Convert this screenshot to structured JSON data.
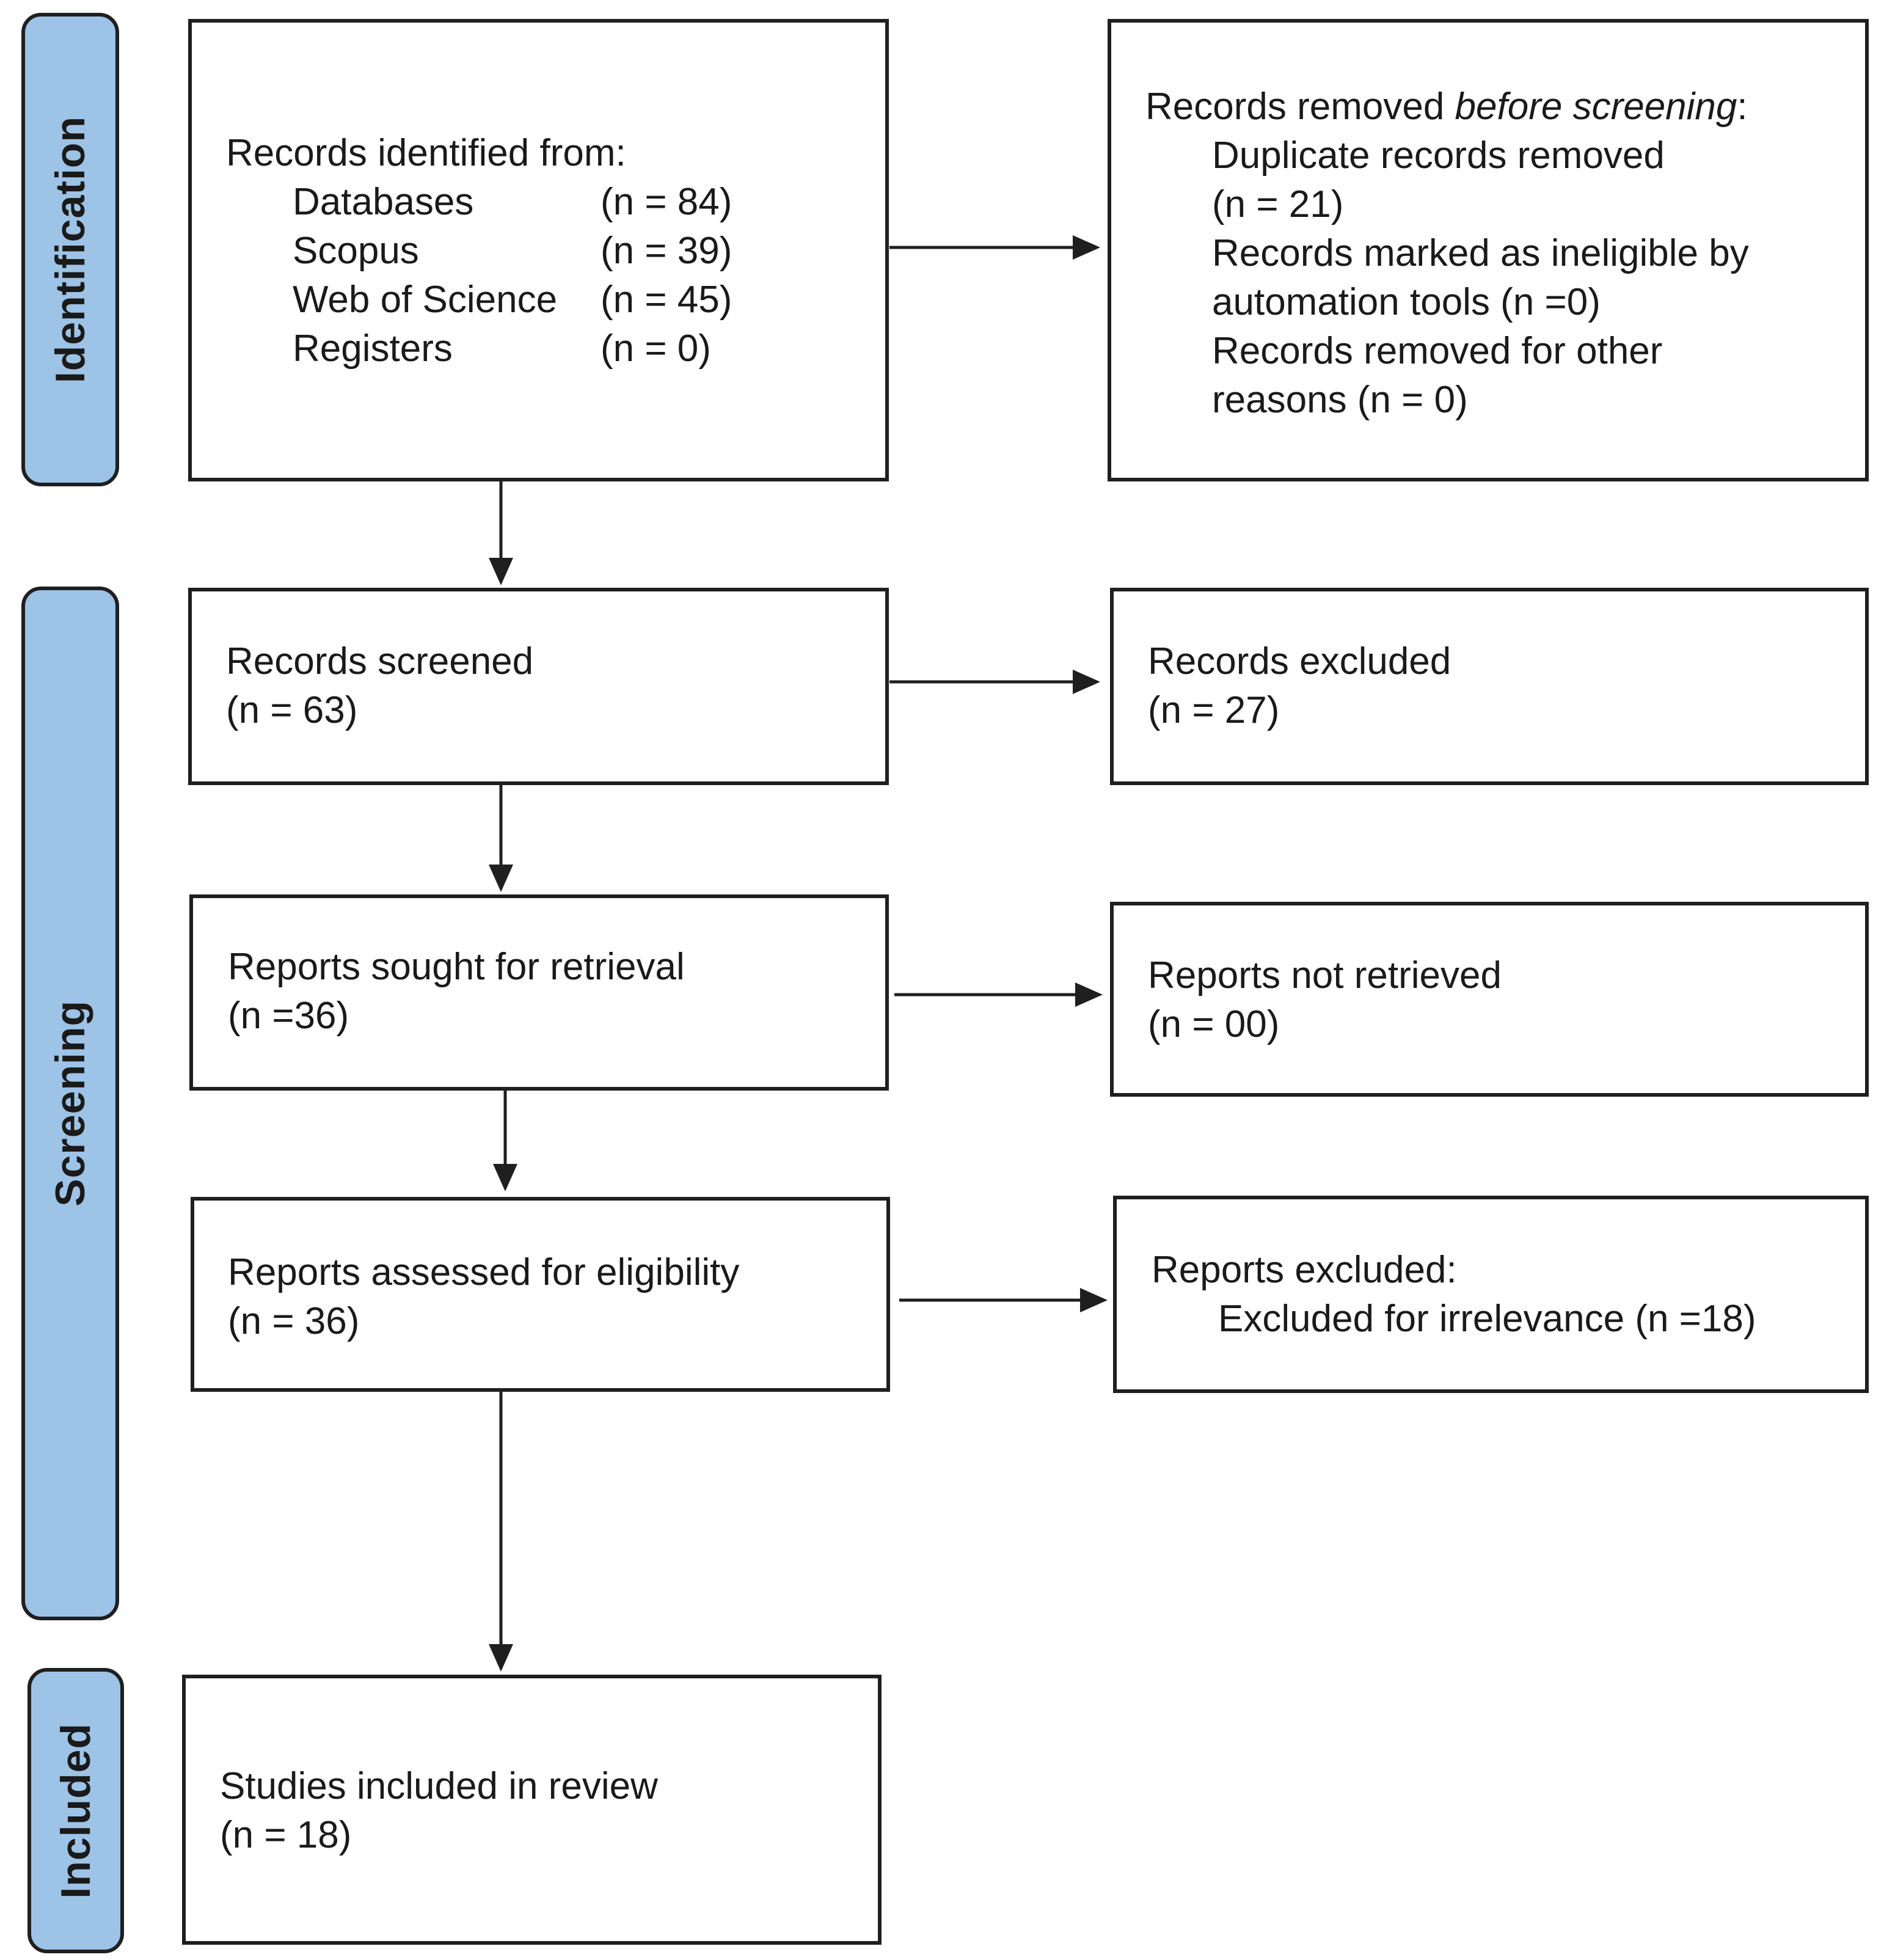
{
  "phases": {
    "identification": "Identification",
    "screening": "Screening",
    "included": "Included"
  },
  "phase_color": "#9dc3e6",
  "identified": {
    "heading": "Records identified from:",
    "rows": [
      {
        "label": "Databases",
        "count": "(n = 84)"
      },
      {
        "label": "Scopus",
        "count": "(n = 39)"
      },
      {
        "label": "Web of Science",
        "count": "(n = 45)"
      },
      {
        "label": "Registers",
        "count": "(n = 0)"
      }
    ]
  },
  "removed": {
    "heading_prefix": "Records removed ",
    "heading_italic": "before screening",
    "heading_suffix": ":",
    "lines": [
      "Duplicate records removed",
      "(n = 21)",
      "Records marked as ineligible by",
      "automation tools (n =0)",
      "Records removed for other",
      "reasons (n = 0)"
    ]
  },
  "screened": {
    "label": "Records screened",
    "count": "(n = 63)"
  },
  "excluded": {
    "label": "Records excluded",
    "count": "(n = 27)"
  },
  "sought": {
    "label": "Reports sought for retrieval",
    "count": "(n =36)"
  },
  "not_retrieved": {
    "label": "Reports not retrieved",
    "count": "(n = 00)"
  },
  "assessed": {
    "label": "Reports assessed for eligibility",
    "count": "(n = 36)"
  },
  "reports_excluded": {
    "heading": "Reports excluded:",
    "reason": "Excluded for irrelevance (n =18)"
  },
  "included": {
    "label": "Studies included in review",
    "count": "(n = 18)"
  }
}
